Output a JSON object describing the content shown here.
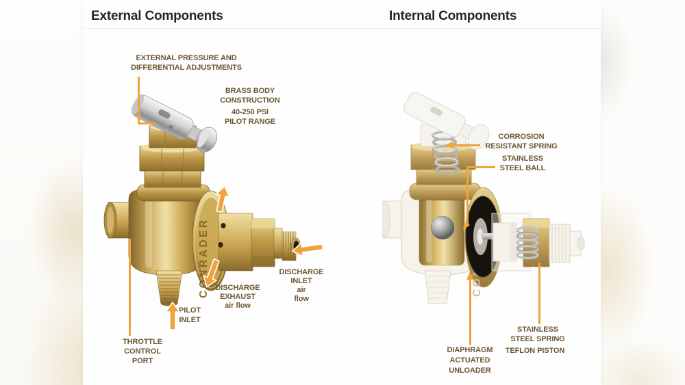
{
  "external": {
    "title": "External Components",
    "brand": "CONRADER",
    "labels": {
      "adjustments": [
        "EXTERNAL PRESSURE AND",
        "DIFFERENTIAL ADJUSTMENTS"
      ],
      "brass_body": [
        "BRASS BODY",
        "CONSTRUCTION"
      ],
      "pilot_range": [
        "40-250 PSI",
        "PILOT RANGE"
      ],
      "discharge_inlet": [
        "DISCHARGE",
        "INLET",
        "air",
        "flow"
      ],
      "discharge_exhaust": [
        "DISCHARGE",
        "EXHAUST",
        "air flow"
      ],
      "pilot_inlet": [
        "PILOT",
        "INLET"
      ],
      "throttle": [
        "THROTTLE",
        "CONTROL",
        "PORT"
      ]
    }
  },
  "internal": {
    "title": "Internal Components",
    "brand": "CONRADER",
    "labels": {
      "corrosion_spring": [
        "CORROSION",
        "RESISTANT SPRING"
      ],
      "steel_ball": [
        "STAINLESS",
        "STEEL BALL"
      ],
      "steel_spring": [
        "STAINLESS",
        "STEEL SPRING"
      ],
      "teflon_piston": [
        "TEFLON PISTON"
      ],
      "diaphragm": [
        "DIAPHRAGM",
        "ACTUATED",
        "UNLOADER"
      ]
    }
  },
  "colors": {
    "accent_orange": "#f1a33b",
    "label_text": "#6b5731",
    "heading_text": "#262626",
    "brass": "#c9a552",
    "diaphragm_black": "#16120c"
  }
}
